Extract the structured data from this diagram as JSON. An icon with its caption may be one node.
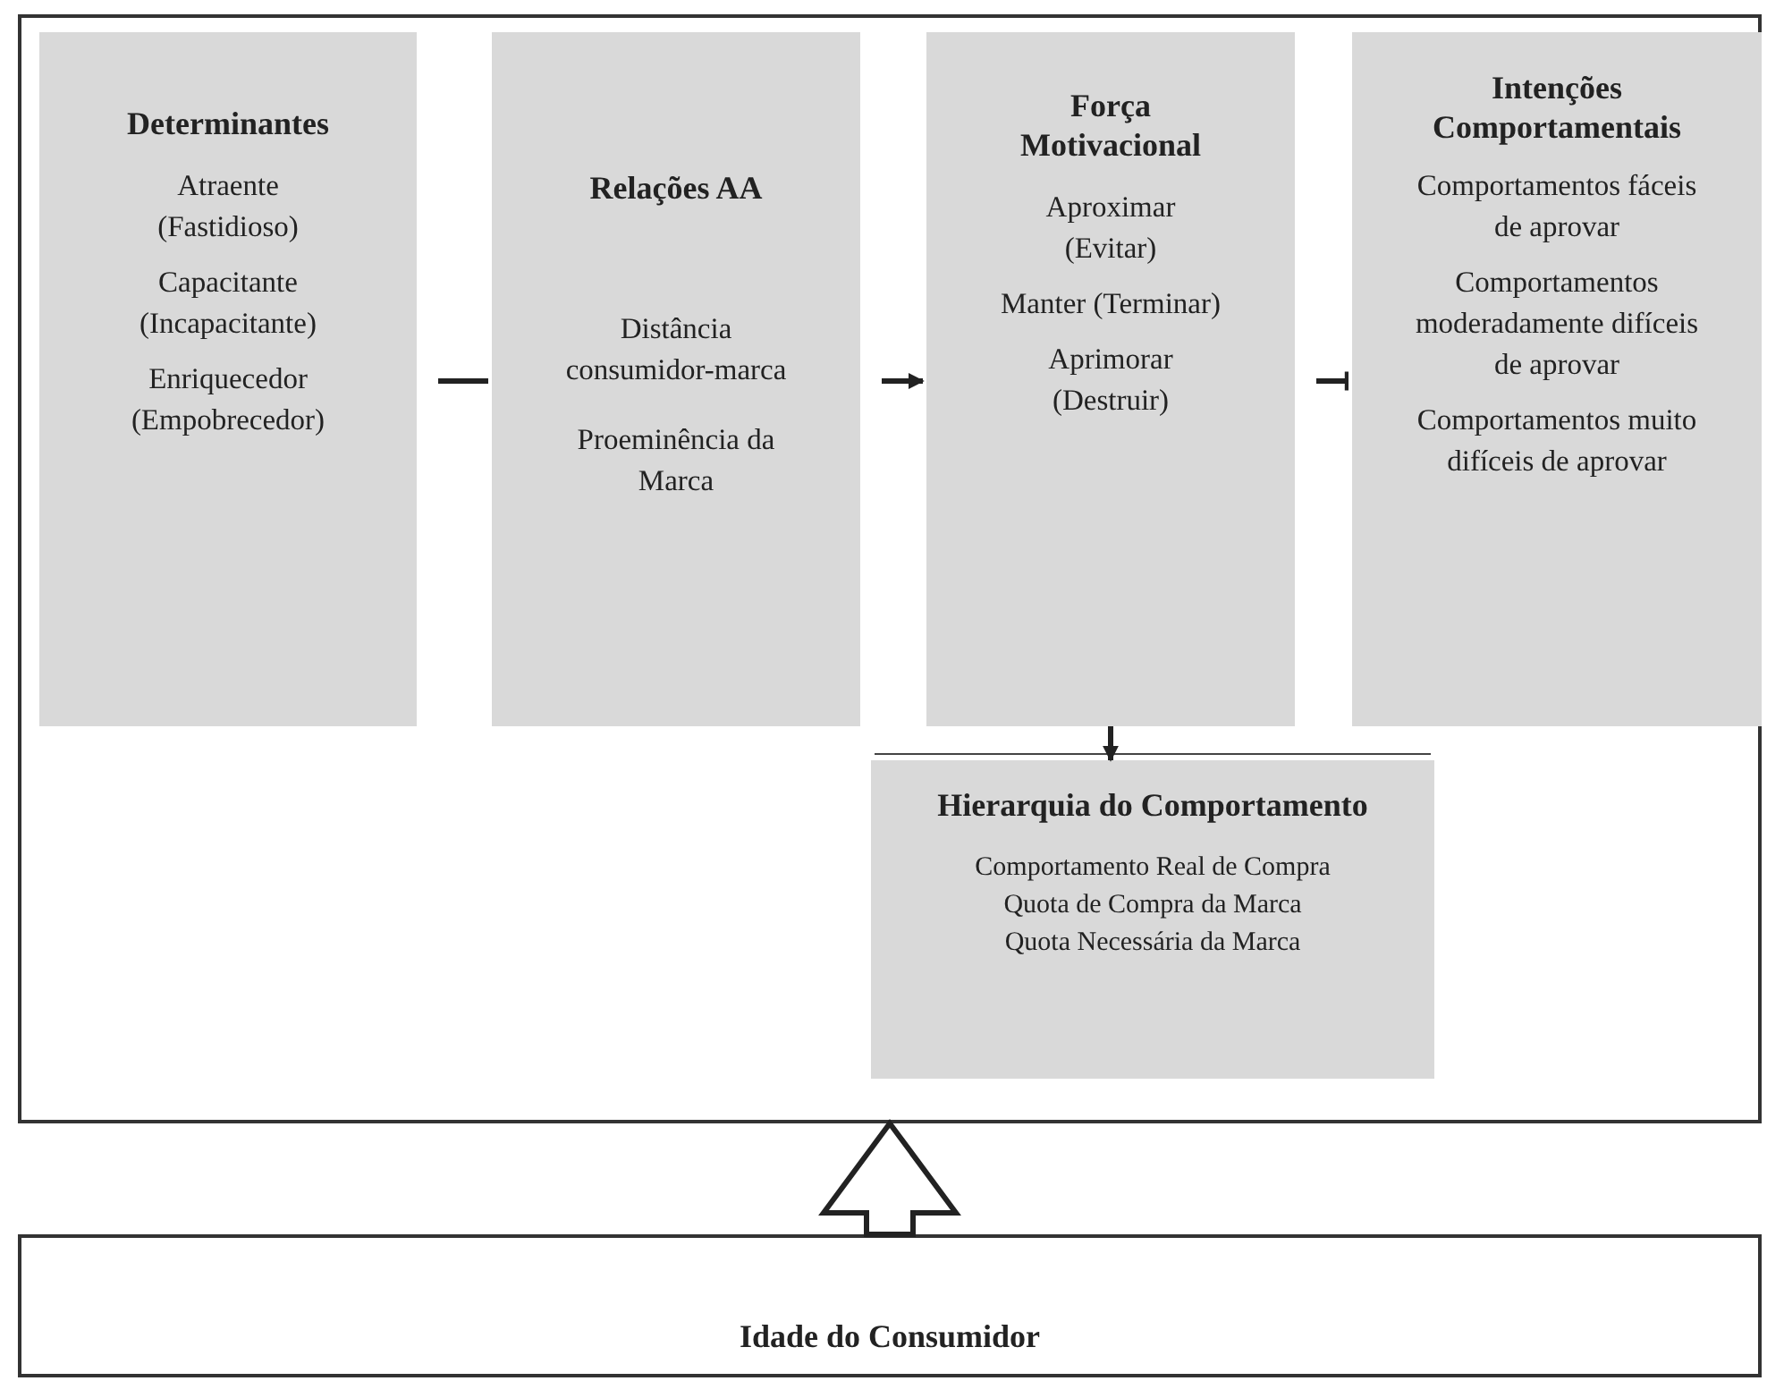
{
  "diagram": {
    "nodes": [
      {
        "text": [],
        "shape": "box"
      },
      {
        "text": [
          "Determinantes",
          "Atraente (Fastidioso)",
          "Capacitante (Incapacitante)",
          "Enriquecedor (Empobrecedor)"
        ],
        "in": 0
      },
      {
        "text": [
          "Relações AA",
          "Distância consumidor-marca",
          "Proeminência da Marca"
        ],
        "in": 0
      },
      {
        "text": [
          "Força Motivacional",
          "Aproximar (Evitar)",
          "Manter (Terminar)",
          "Aprimorar (Destruir)"
        ],
        "in": 0
      },
      {
        "text": [
          "Intenções Comportamentais",
          "Comportamentos fáceis de aprovar",
          "Comportamentos moderadamente difíceis de aprovar",
          "Comportamentos muito difíceis de aprovar"
        ],
        "in": 0
      },
      {
        "text": [
          "Hierarquia do Comportamento",
          "Comportamento Real de Compra",
          "Quota de Compra da Marca",
          "Quota Necessária da Marca"
        ],
        "in": 0
      },
      {
        "text": [
          "Idade do Consumidor"
        ]
      }
    ],
    "edges": [
      {
        "from": 1,
        "to": 2,
        "arrow": "none"
      },
      {
        "from": 2,
        "to": 3,
        "arrow": "to"
      },
      {
        "from": 3,
        "to": 4,
        "arrow": "other"
      },
      {
        "from": 3,
        "to": 5,
        "arrow": "to"
      },
      {
        "from": 6,
        "to": 0,
        "arrow": "to",
        "style": "thick"
      }
    ]
  }
}
